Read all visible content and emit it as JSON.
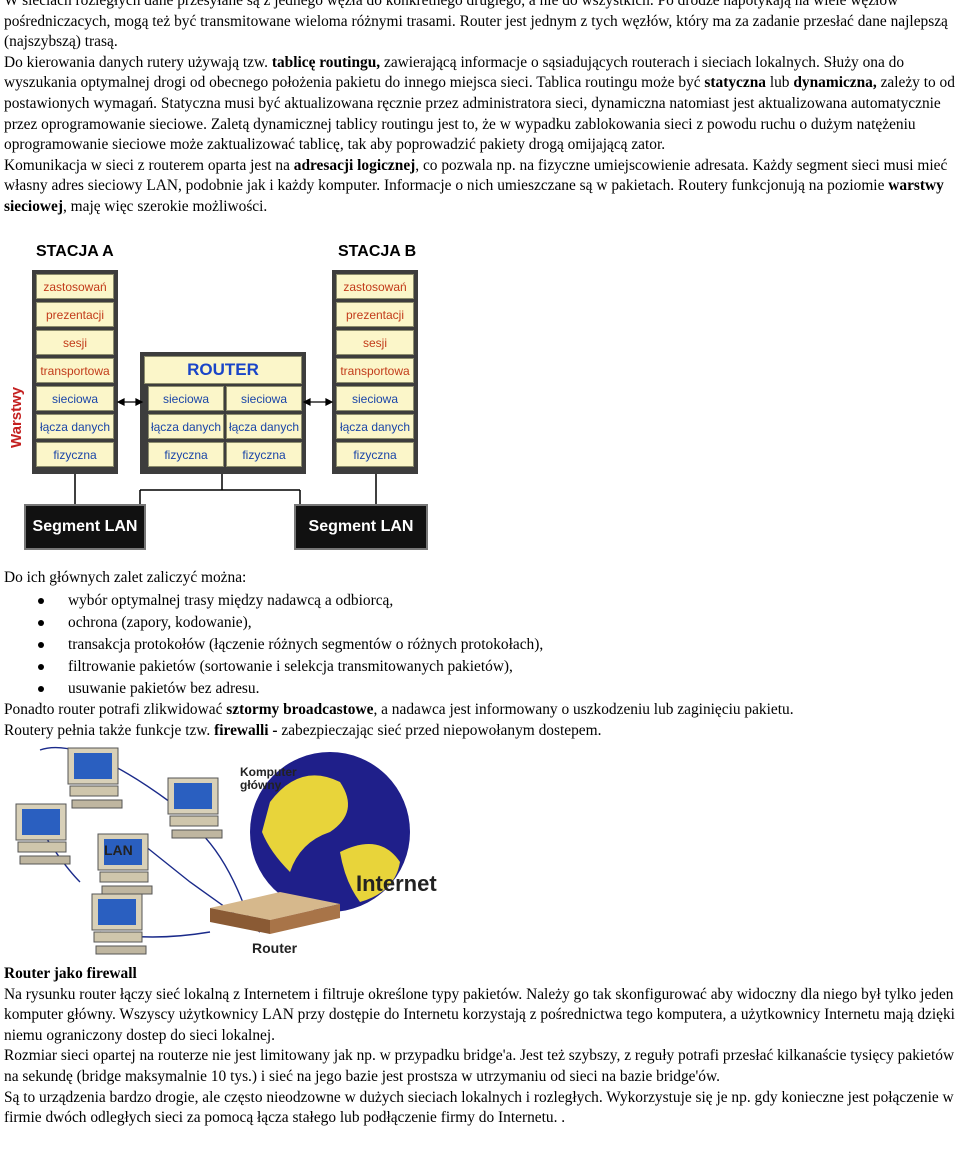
{
  "intro": {
    "line1": "W sieciach rozległych dane przesyłane są z jednego węzła do konkretnego drugiego, a nie do wszystkich. Po drodze napotykają na wiele węzłów pośredniczacych, mogą też być transmitowane wieloma różnymi trasami. Router jest jednym z tych węzłów, który ma za zadanie przesłać dane najlepszą (najszybszą) trasą.",
    "p2_a": "Do kierowania danych rutery używają tzw. ",
    "p2_b": "tablicę routingu,",
    "p2_c": " zawierającą informacje o sąsiadujących routerach i sieciach lokalnych. Służy ona do wyszukania optymalnej drogi od obecnego położenia pakietu do innego miejsca sieci. Tablica routingu  może być ",
    "p2_d": "statyczna",
    "p2_e": " lub ",
    "p2_f": "dynamiczna,",
    "p2_g": "   zależy to od postawionych wymagań. Statyczna musi być aktualizowana ręcznie przez administratora sieci,  dynamiczna natomiast jest aktualizowana automatycznie przez oprogramowanie sieciowe. Zaletą dynamicznej tablicy routingu jest to, że w wypadku zablokowania sieci z powodu ruchu o dużym natężeniu oprogramowanie sieciowe może zaktualizować tablicę, tak aby poprowadzić pakiety drogą omijającą zator.",
    "p3_a": "Komunikacja w sieci z routerem oparta jest na ",
    "p3_b": "adresacji logicznej",
    "p3_c": ", co pozwala np. na fizyczne umiejscowienie adresata. Każdy segment sieci musi mieć własny adres sieciowy LAN, podobnie jak i każdy komputer. Informacje o nich umieszczane są w pakietach. Routery funkcjonują na poziomie ",
    "p3_d": "warstwy sieciowej",
    "p3_e": ", maję więc szerokie możliwości."
  },
  "diagram": {
    "station_a": "STACJA A",
    "station_b": "STACJA B",
    "router": "ROUTER",
    "layers_label": "Warstwy",
    "layers": [
      "zastosowań",
      "prezentacji",
      "sesji",
      "transportowa",
      "sieciowa",
      "łącza danych",
      "fizyczna"
    ],
    "router_layers": [
      "sieciowa",
      "łącza danych",
      "fizyczna"
    ],
    "segment": "Segment LAN"
  },
  "advantages": {
    "intro": "Do ich głównych zalet zaliczyć można:",
    "items": [
      "wybór optymalnej trasy między nadawcą a odbiorcą,",
      "ochrona (zapory, kodowanie),",
      "transakcja protokołów (łączenie różnych segmentów o różnych protokołach),",
      "filtrowanie pakietów (sortowanie i selekcja transmitowanych pakietów),",
      "usuwanie pakietów bez adresu."
    ],
    "p1_a": "Ponadto router potrafi zlikwidować ",
    "p1_b": "sztormy broadcastowe",
    "p1_c": ", a nadawca jest informowany o uszkodzeniu lub zaginięciu pakietu.",
    "p2_a": "Routery pełnia także funkcje tzw. ",
    "p2_b": "firewalli -",
    "p2_c": " zabezpieczając sieć przed niepowołanym dostepem."
  },
  "network": {
    "lan": "LAN",
    "main_pc": "Komputer główny",
    "internet": "Internet",
    "router": "Router"
  },
  "firewall": {
    "heading": "Router jako firewall",
    "p1": "Na rysunku router łączy  sieć lokalną z Internetem i filtruje określone typy pakietów. Należy go tak skonfigurować aby widoczny dla niego był tylko jeden komputer główny. Wszyscy użytkownicy LAN przy dostępie do Internetu korzystają z pośrednictwa tego komputera, a użytkownicy Internetu mają dzięki niemu ograniczony dostep do sieci lokalnej.",
    "p2": "Rozmiar sieci opartej na routerze nie jest limitowany jak np. w przypadku bridge'a. Jest też szybszy, z reguły potrafi przesłać kilkanaście tysięcy pakietów na sekundę (bridge maksymalnie 10 tys.) i sieć na jego bazie jest prostsza w utrzymaniu od sieci na bazie bridge'ów.",
    "p3": "Są to urządzenia bardzo drogie, ale często nieodzowne w dużych sieciach lokalnych i rozległych. Wykorzystuje się je np. gdy konieczne jest połączenie w firmie dwóch odległych sieci za pomocą łącza stałego lub podłączenie firmy do Internetu. ."
  }
}
